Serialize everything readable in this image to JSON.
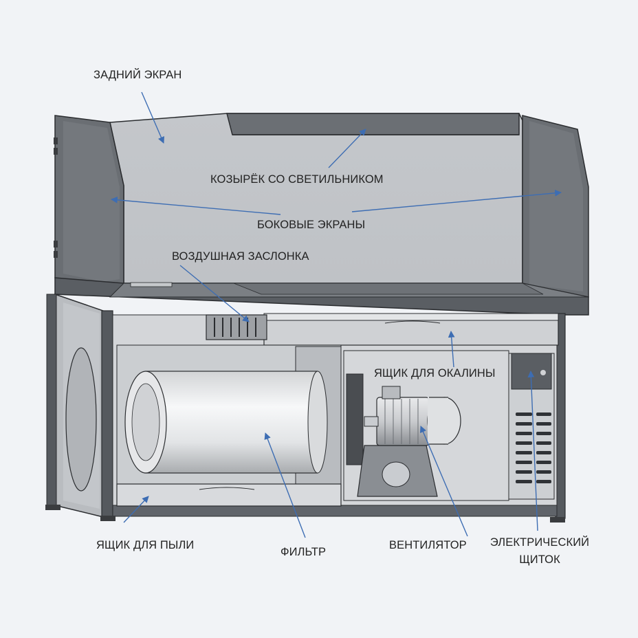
{
  "labels": {
    "back_screen": "ЗАДНИЙ ЭКРАН",
    "visor_lamp": "КОЗЫРЁК СО СВЕТИЛЬНИКОМ",
    "side_screens": "БОКОВЫЕ ЭКРАНЫ",
    "air_damper": "ВОЗДУШНАЯ ЗАСЛОНКА",
    "scale_box": "ЯЩИК ДЛЯ ОКАЛИНЫ",
    "dust_box": "ЯЩИК ДЛЯ ПЫЛИ",
    "filter": "ФИЛЬТР",
    "fan": "ВЕНТИЛЯТОР",
    "panel_line1": "ЭЛЕКТРИЧЕСКИЙ",
    "panel_line2": "ЩИТОК"
  },
  "colors": {
    "background": "#f1f3f6",
    "metal": "#c9ccd0",
    "metal_dark": "#55595e",
    "outline": "#2a2c2f",
    "arrow": "#3d6db3"
  }
}
